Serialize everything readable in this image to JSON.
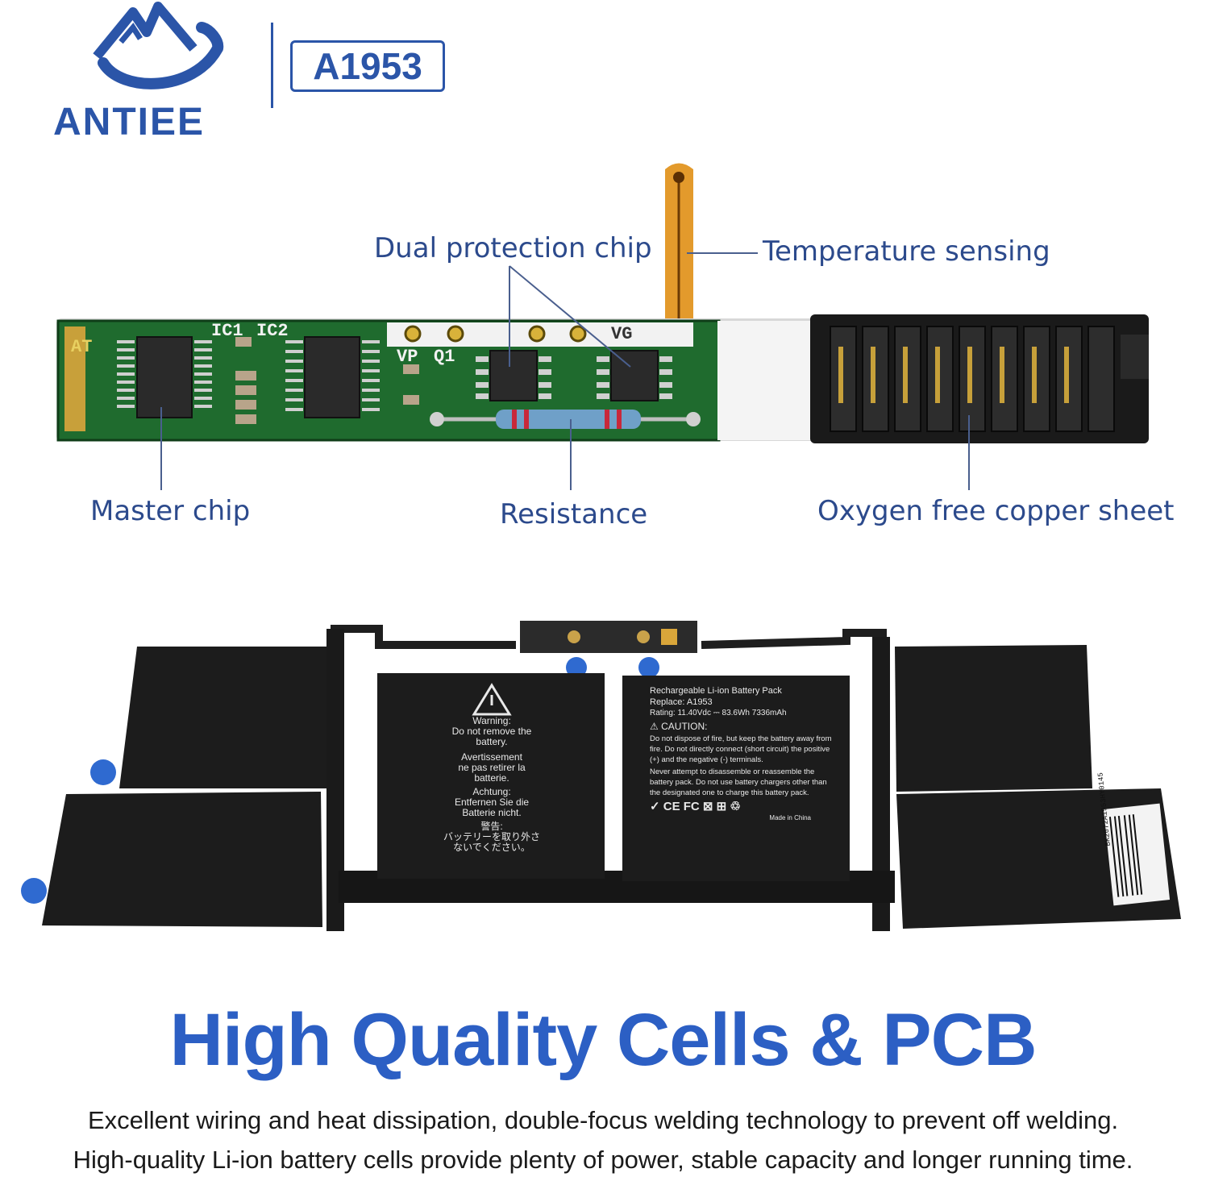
{
  "brand": {
    "name": "ANTIEE",
    "model": "A1953",
    "color": "#2b55a8"
  },
  "pcb_labels": {
    "dual_protection_chip": "Dual protection chip",
    "temperature_sensing": "Temperature sensing",
    "master_chip": "Master chip",
    "resistance": "Resistance",
    "copper_sheet": "Oxygen free copper sheet"
  },
  "pcb_silkscreen": {
    "ic1": "IC1",
    "ic2": "IC2",
    "at": "AT",
    "vp": "VP",
    "q1": "Q1",
    "vg": "VG"
  },
  "battery_left_label": {
    "warning_title": "Warning:",
    "warning_body": "Do not remove the battery.",
    "avertissement_title": "Avertissement",
    "avertissement_body": "ne pas retirer la batterie.",
    "achtung_title": "Achtung:",
    "achtung_body": "Entfernen Sie die Batterie nicht.",
    "jp_title": "警告:",
    "jp_body": "バッテリーを取り外さないでください。"
  },
  "battery_right_label": {
    "title": "Rechargeable Li-ion Battery Pack",
    "replace": "Replace: A1953",
    "rating": "Rating: 11.40Vdc ⎓ 83.6Wh 7336mAh",
    "caution": "CAUTION:",
    "caution_body1": "Do not dispose of fire, but keep the battery away from fire. Do not directly connect (short circuit) the positive (+) and the negative (-) terminals.",
    "caution_body2": "Never attempt to disassemble or reassemble the battery pack. Do not use battery chargers other than the designated one to charge this battery pack.",
    "certs": "✓ CE FC ⊠ ⊞ ♲",
    "made_in": "Made in China",
    "serial": "BK2072A1953HY0145"
  },
  "headline": "High Quality Cells & PCB",
  "description": {
    "line1": "Excellent wiring and heat dissipation, double-focus welding technology to prevent off welding.",
    "line2": "High-quality Li-ion battery cells provide plenty of power, stable capacity and longer running time."
  },
  "colors": {
    "label_text": "#2c4a8c",
    "headline": "#2c5fc4",
    "pcb_green": "#1f6b2e",
    "cell_black": "#1c1c1c"
  }
}
